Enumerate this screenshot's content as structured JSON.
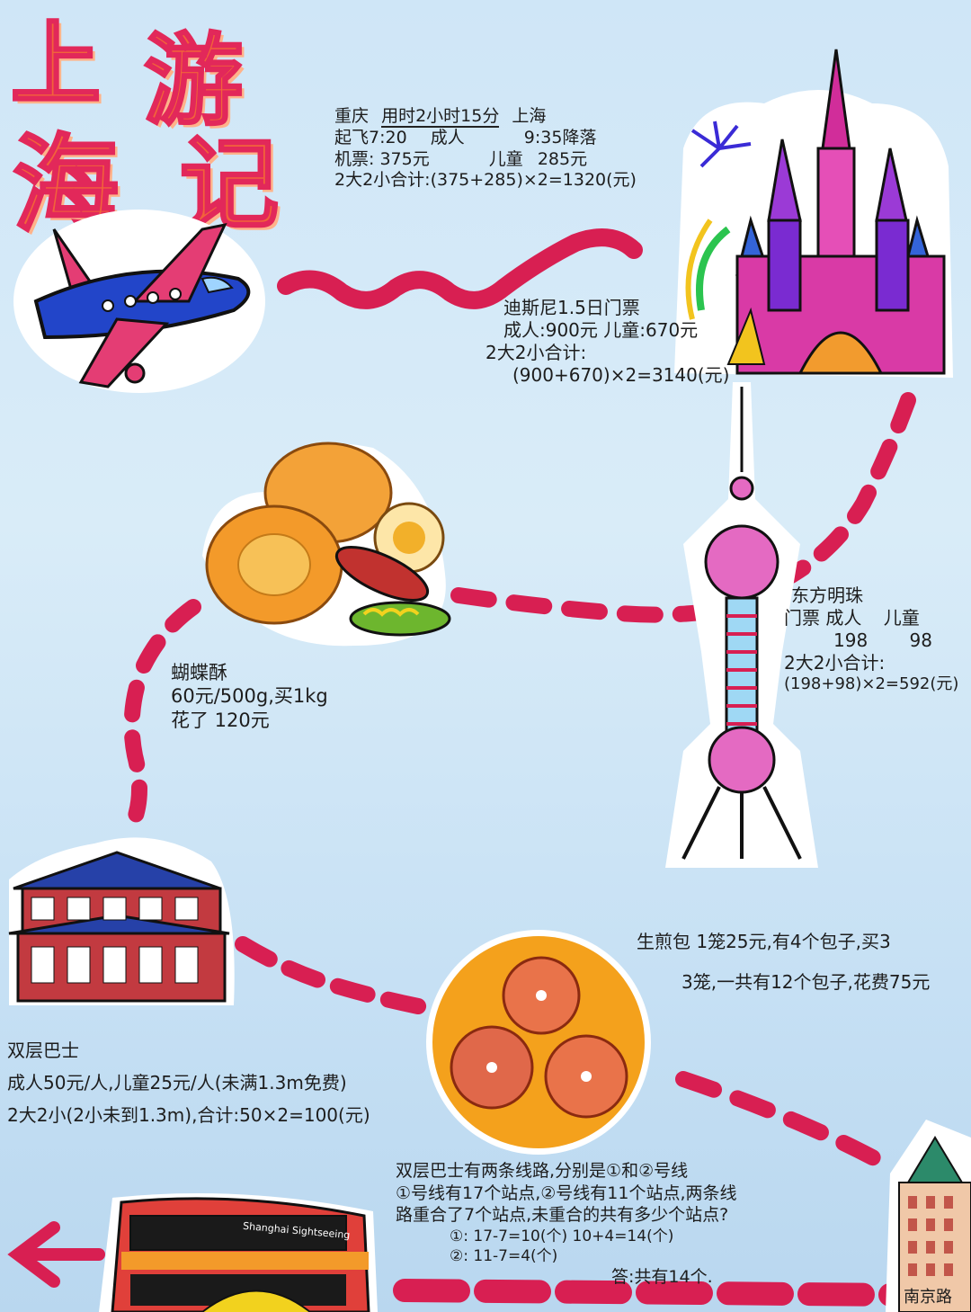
{
  "title": {
    "char1": "上",
    "char2": "游",
    "char3": "海",
    "char4": "记"
  },
  "flight": {
    "from": "重庆",
    "duration": "用时2小时15分",
    "to": "上海",
    "depart": "起飞7:20",
    "arrive": "9:35降落",
    "adult_label": "成人",
    "child_label": "儿童",
    "ticket_label": "机票:",
    "adult_price": "375元",
    "child_price": "285元",
    "total": "2大2小合计:(375+285)×2=1320(元)"
  },
  "disney": {
    "line1": "迪斯尼1.5日门票",
    "line2": "成人:900元 儿童:670元",
    "line3": "2大2小合计:",
    "line4": "(900+670)×2=3140(元)"
  },
  "pastry": {
    "line1": "蝴蝶酥",
    "line2": "60元/500g,买1kg",
    "line3": "花了 120元"
  },
  "pearl_tower": {
    "name": "东方明珠",
    "ticket_label": "门票",
    "adult_label": "成人",
    "child_label": "儿童",
    "adult_price": "198",
    "child_price": "98",
    "line3": "2大2小合计:",
    "line4": "(198+98)×2=592(元)"
  },
  "buns": {
    "line1": "生煎包 1笼25元,有4个包子,买3",
    "line2": "3笼,一共有12个包子,花费75元"
  },
  "bus": {
    "line1": "双层巴士",
    "line2": "成人50元/人,儿童25元/人(未满1.3m免费)",
    "line3": "2大2小(2小未到1.3m),合计:50×2=100(元)",
    "bus_sign": "Shanghai Sightseeing"
  },
  "puzzle": {
    "line1": "双层巴士有两条线路,分别是①和②号线",
    "line2": "①号线有17个站点,②号线有11个站点,两条线",
    "line3": "路重合了7个站点,未重合的共有多少个站点?",
    "line4": "①: 17-7=10(个)   10+4=14(个)",
    "line5": "②: 11-7=4(个)",
    "line6": "答:共有14个."
  },
  "bottom_right_label": "南京路",
  "colors": {
    "title_fill": "#f2633a",
    "title_outline": "#e2285a",
    "path_dashes": "#d81f52",
    "background": "#cfe6f7"
  }
}
